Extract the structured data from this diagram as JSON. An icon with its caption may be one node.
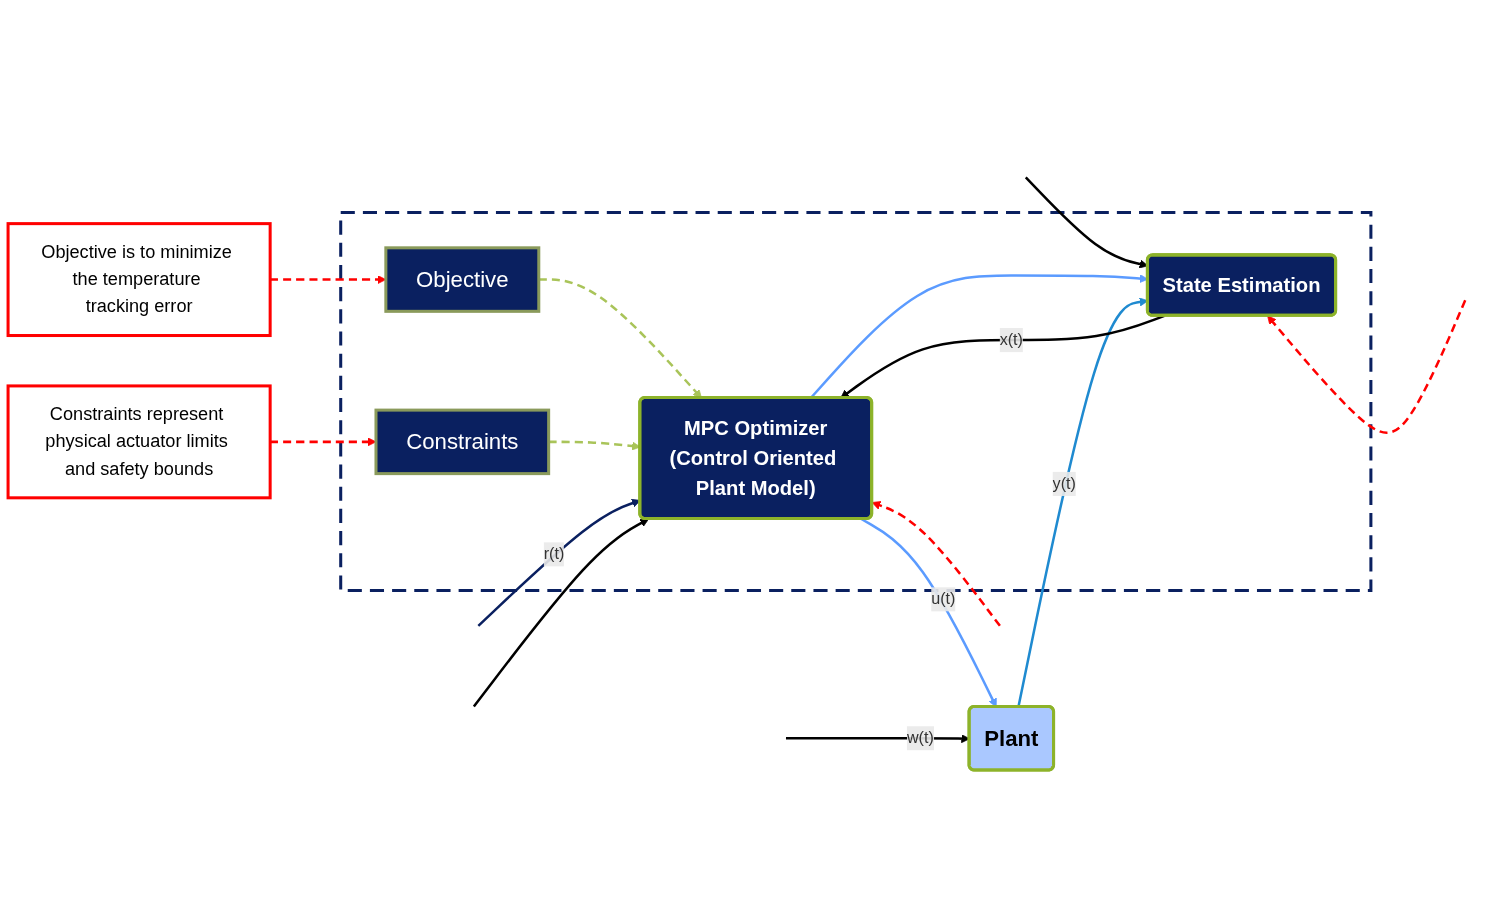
{
  "diagram": {
    "nodes": [
      {
        "text": [
          "Objective is to minimize the temperature tracking error"
        ]
      },
      {
        "text": [
          "Constraints represent physical actuator limits and safety bounds"
        ]
      },
      {
        "text": [],
        "shape": "box"
      },
      {
        "text": [
          "Objective"
        ],
        "in": 2
      },
      {
        "text": [
          "Constraints"
        ],
        "in": 2
      },
      {
        "text": [
          "MPC Optimizer",
          "(Control Oriented Plant Model)"
        ],
        "in": 2
      },
      {
        "text": [
          "State Estimation"
        ],
        "in": 2
      },
      {
        "text": [
          "Plant"
        ]
      }
    ],
    "edges": [
      {
        "from": 0,
        "to": 3,
        "arrow": "to",
        "style": "dashed",
        "color": "#ff0000"
      },
      {
        "from": 1,
        "to": 4,
        "arrow": "to",
        "style": "dashed",
        "color": "#ff0000"
      },
      {
        "from": 3,
        "to": 5,
        "arrow": "to",
        "style": "dashed",
        "color": "#a9c459"
      },
      {
        "from": 4,
        "to": 5,
        "arrow": "to",
        "style": "dashed",
        "color": "#a9c459"
      },
      {
        "from": null,
        "to": 5,
        "label": "r(t)",
        "arrow": "to",
        "color": "#0a2060"
      },
      {
        "from": null,
        "to": 7,
        "label": "w(t)",
        "arrow": "to",
        "color": "#000000"
      },
      {
        "from": null,
        "to": 5,
        "arrow": "to",
        "color": "#000000"
      },
      {
        "from": null,
        "to": 6,
        "arrow": "to",
        "color": "#000000"
      },
      {
        "from": 5,
        "to": 7,
        "label": "u(t)",
        "arrow": "to",
        "color": "#5b9bff"
      },
      {
        "from": 5,
        "to": 6,
        "arrow": "to",
        "color": "#5b9bff"
      },
      {
        "from": 7,
        "to": 6,
        "label": "y(t)",
        "arrow": "to",
        "color": "#1f8ad0"
      },
      {
        "from": 6,
        "to": 5,
        "label": "x(t)",
        "arrow": "to",
        "color": "#000000"
      },
      {
        "from": null,
        "to": 5,
        "arrow": "to",
        "style": "dashed",
        "color": "#ff0000"
      },
      {
        "from": null,
        "to": 6,
        "arrow": "to",
        "style": "dashed",
        "color": "#ff0000"
      }
    ]
  }
}
